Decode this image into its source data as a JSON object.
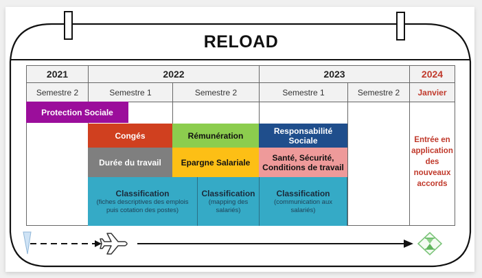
{
  "title": "RELOAD",
  "years": [
    {
      "label": "2021"
    },
    {
      "label": "2022"
    },
    {
      "label": "2023"
    },
    {
      "label": "2024"
    }
  ],
  "periods": [
    {
      "label": "Semestre 2"
    },
    {
      "label": "Semestre 1"
    },
    {
      "label": "Semestre 2"
    },
    {
      "label": "Semestre 1"
    },
    {
      "label": "Semestre 2"
    },
    {
      "label": "Janvier"
    }
  ],
  "topics": {
    "protection_sociale": {
      "label": "Protection Sociale",
      "color": "#9b0e9b"
    },
    "conges": {
      "label": "Congés",
      "color": "#d0401f"
    },
    "remuneration": {
      "label": "Rémunération",
      "color": "#8ccd4e"
    },
    "responsabilite": {
      "label_line1": "Responsabilité",
      "label_line2": "Sociale",
      "color": "#1f4e8c"
    },
    "duree": {
      "label": "Durée du travail",
      "color": "#7f7f7f"
    },
    "epargne": {
      "label": "Epargne Salariale",
      "color": "#fdbf15"
    },
    "sante": {
      "label_line1": "Santé, Sécurité,",
      "label_line2": "Conditions de travail",
      "color": "#ee9a9a"
    },
    "classification_1": {
      "title": "Classification",
      "sub_line1": "(fiches descriptives des emplois",
      "sub_line2": "puis cotation des postes)",
      "color": "#35aac6"
    },
    "classification_2": {
      "title": "Classification",
      "sub_line1": "(mapping des",
      "sub_line2": "salariés)",
      "color": "#35aac6"
    },
    "classification_3": {
      "title": "Classification",
      "sub_line1": "(communication aux",
      "sub_line2": "salariés)",
      "color": "#35aac6"
    }
  },
  "janvier_note": {
    "lines": [
      "Entrée en",
      "application",
      "des",
      "nouveaux",
      "accords"
    ],
    "color": "#c0392b"
  },
  "timeline": {
    "start_icon": "start-marker-icon",
    "mid_icon": "airplane-icon",
    "end_icon": "hourglass-milestone-icon"
  },
  "colors": {
    "accent_red": "#c0392b",
    "milestone_green": "#6cbf6c"
  }
}
